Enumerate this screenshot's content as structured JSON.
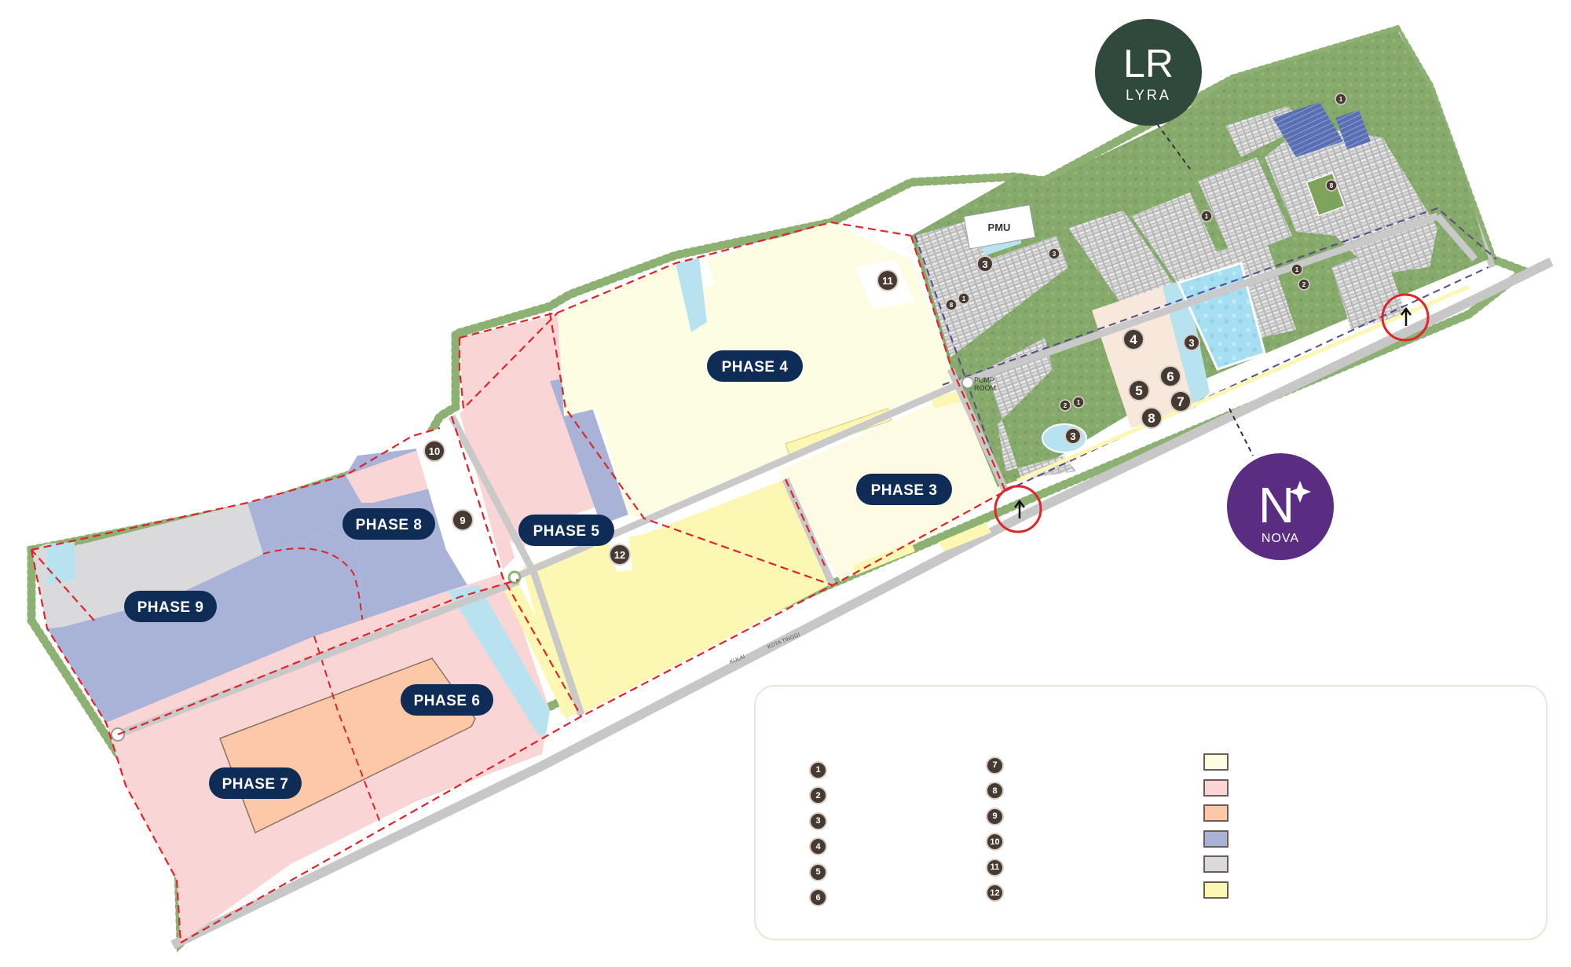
{
  "phases": [
    {
      "id": "phase-3",
      "label": "PHASE 3"
    },
    {
      "id": "phase-4",
      "label": "PHASE 4"
    },
    {
      "id": "phase-5",
      "label": "PHASE 5"
    },
    {
      "id": "phase-6",
      "label": "PHASE 6"
    },
    {
      "id": "phase-7",
      "label": "PHASE 7"
    },
    {
      "id": "phase-8",
      "label": "PHASE 8"
    },
    {
      "id": "phase-9",
      "label": "PHASE 9"
    }
  ],
  "facilities": {
    "pmu": "PMU",
    "pump_room_line1": "PUMP",
    "pump_room_line2": "ROOM",
    "road_text_left": "KULAI",
    "road_text_right": "KOTA TINGGI"
  },
  "brands": {
    "lyra": {
      "monogram": "LR",
      "name": "LYRA",
      "color": "#2f4a3c"
    },
    "nova": {
      "monogram": "N",
      "name": "NOVA",
      "color": "#5a2d82"
    }
  },
  "markers": {
    "m1": "1",
    "m2": "2",
    "m3": "3",
    "m4": "4",
    "m5": "5",
    "m6": "6",
    "m7": "7",
    "m8": "8",
    "m9": "9",
    "m10": "10",
    "m11": "11",
    "m12": "12"
  },
  "legend": {
    "numbers_col1": [
      "1",
      "2",
      "3",
      "4",
      "5",
      "6"
    ],
    "numbers_col2": [
      "7",
      "8",
      "9",
      "10",
      "11",
      "12"
    ],
    "swatch_colors": [
      "#fdfde4",
      "#f9d5d6",
      "#fcc8a8",
      "#a9b3d8",
      "#dadadc",
      "#fdf7b4"
    ]
  },
  "colors": {
    "phase3": "#fdfbe3",
    "phase4": "#fdfde4",
    "phase5_pink": "#f9d5d6",
    "phase5_blue": "#a9b3d8",
    "phase5_yellow": "#fdf7b4",
    "phase6": "#f9d5d6",
    "phase7": "#fcc8a8",
    "phase8": "#a9b3d8",
    "phase9_grey": "#dadadc",
    "phase_label_bg": "#0f2c57",
    "boundary": "#e0242a",
    "green": "#7fa468",
    "water": "#b7e3f1",
    "road": "#c8c8c8",
    "marker_dark": "#473a33"
  }
}
